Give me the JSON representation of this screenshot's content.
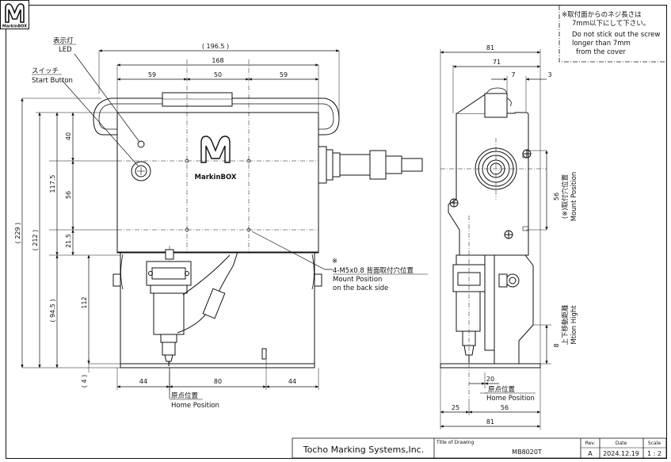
{
  "logo": {
    "top": "M",
    "bottom": "MarkinBOX"
  },
  "note": {
    "jp_line1": "※取付面からのネジ長さは",
    "jp_line2": "7mm以下にして下さい。",
    "en_line1": "Do not stick out the screw",
    "en_line2": "longer than 7mm",
    "en_line3": "from the cover"
  },
  "labels": {
    "led_jp": "表示灯",
    "led_en": "LED",
    "switch_jp": "スイッチ",
    "switch_en": "Start Button",
    "mount_mark": "※",
    "mount_spec": "4-M5x0.8  背面取付穴位置",
    "mount_en1": "Mount Position",
    "mount_en2": "on the back side",
    "home_jp_front": "原点位置",
    "home_en_front": "Home Position",
    "home_jp_side": "原点位置",
    "home_en_side": "Home Position",
    "mount_pos_jp": "(※)取付穴位置",
    "mount_pos_en": "Mount Position",
    "motion_jp": "上下移動距離",
    "motion_en": "Mtion Hight",
    "front_logo_m": "M",
    "front_logo_text": "MarkinBOX"
  },
  "dims": {
    "d196": "( 196.5 )",
    "d168": "168",
    "d59a": "59",
    "d50": "50",
    "d59b": "59",
    "d229": "( 229 )",
    "d212": "( 212 )",
    "d117": "117.5",
    "d40": "40",
    "d56f": "56",
    "d21": "21.5",
    "d94": "( 94.5 )",
    "d112": "112",
    "d4": "( 4 )",
    "d44a": "44",
    "d80": "80",
    "d44b": "44",
    "d81top": "81",
    "d71": "71",
    "d7": "7",
    "d3": "3",
    "d56s": "56",
    "d8": "8",
    "d20": "20",
    "d25": "25",
    "d56b": "56",
    "d81bot": "81"
  },
  "title_block": {
    "company": "Tocho Marking Systems,Inc.",
    "title_label": "Title of Drawing",
    "title_value": "MB8020T",
    "rev_label": "Rev.",
    "rev_value": "A",
    "date_label": "Date",
    "date_value": "2024.12.19",
    "scale_label": "Scale",
    "scale_value": "1 : 2"
  }
}
